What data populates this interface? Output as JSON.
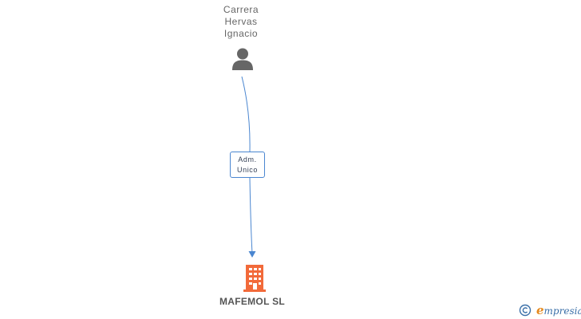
{
  "person": {
    "name_lines": [
      "Carrera",
      "Hervas",
      "Ignacio"
    ],
    "icon": "person-icon"
  },
  "relation": {
    "role_lines": [
      "Adm.",
      "Unico"
    ]
  },
  "company": {
    "name": "MAFEMOL SL",
    "icon": "building-icon",
    "color": "#f26a3a"
  },
  "branding": {
    "copyright": "©",
    "brand_initial": "e",
    "brand_rest": "mpresia"
  },
  "colors": {
    "connector": "#4a86d0",
    "person_icon": "#666666"
  }
}
